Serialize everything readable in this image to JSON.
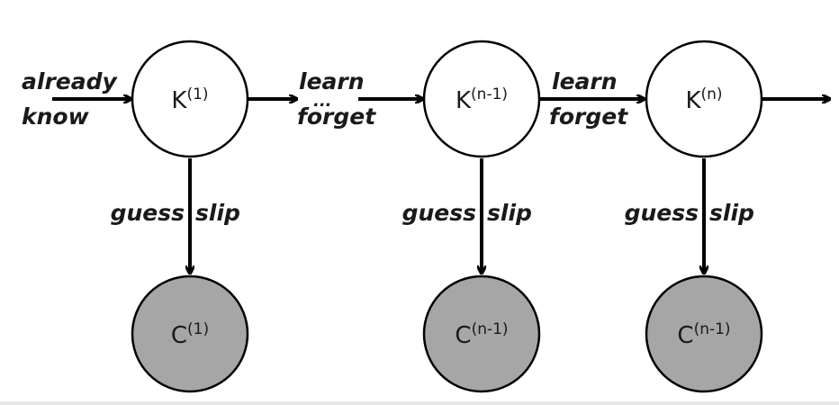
{
  "colors": {
    "knowledge_fill": "#ffffff",
    "observed_fill": "#a6a6a6",
    "stroke": "#000000"
  },
  "knowledge_nodes": [
    {
      "base": "K",
      "sup": "(1)"
    },
    {
      "base": "K",
      "sup": "(n-1)"
    },
    {
      "base": "K",
      "sup": "(n)"
    }
  ],
  "observed_nodes": [
    {
      "base": "C",
      "sup": "(1)"
    },
    {
      "base": "C",
      "sup": "(n-1)"
    },
    {
      "base": "C",
      "sup": "(n-1)"
    }
  ],
  "labels": {
    "already": "already",
    "know": "know",
    "learn_1": "learn",
    "ellipsis": "...",
    "forget_1": "forget",
    "learn_2": "learn",
    "forget_2": "forget",
    "guess": "guess",
    "slip": "slip"
  }
}
